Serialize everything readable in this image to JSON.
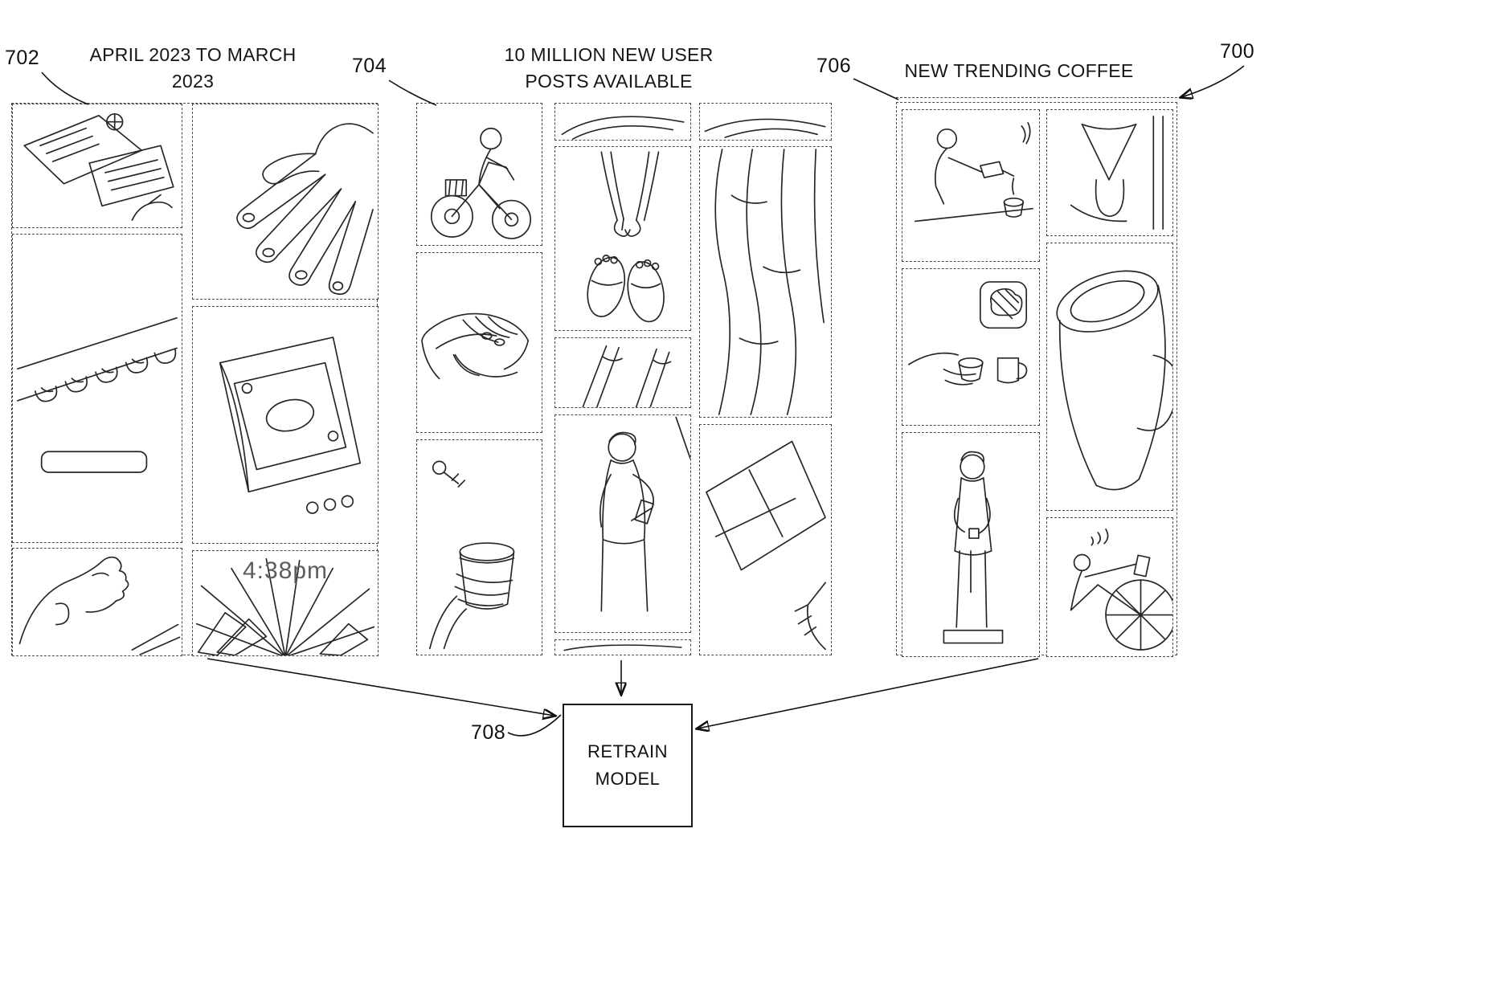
{
  "figure_refs": {
    "r700": "700",
    "r702": "702",
    "r704": "704",
    "r706": "706",
    "r708": "708"
  },
  "panels": {
    "p702": {
      "title_line1": "APRIL 2023 TO MARCH",
      "title_line2": "2023"
    },
    "p704": {
      "title_line1": "10 MILLION NEW USER",
      "title_line2": "POSTS AVAILABLE"
    },
    "p706": {
      "title": "NEW TRENDING COFFEE"
    }
  },
  "tiles": {
    "time_label": "4:38pm"
  },
  "retrain_box": {
    "line1": "RETRAIN",
    "line2": "MODEL"
  },
  "sketches": [
    "desk-map-sketch",
    "fingers-edge-sketch",
    "face-profile-sketch",
    "open-hand-sketch",
    "money-envelope-sketch",
    "time-rays-sketch",
    "motorcycle-rider-sketch",
    "hands-clasped-sketch",
    "hand-holding-cup-sketch",
    "sandal-straps-sketch",
    "legs-sketch",
    "person-with-phone-sketch",
    "draped-fabric-sketch",
    "paper-hands-sketch",
    "person-pouring-coffee-sketch",
    "hand-cup-logo-badge-sketch",
    "standing-person-cup-sketch",
    "pour-over-sketch",
    "big-mug-sketch",
    "bicycle-person-sketch"
  ]
}
